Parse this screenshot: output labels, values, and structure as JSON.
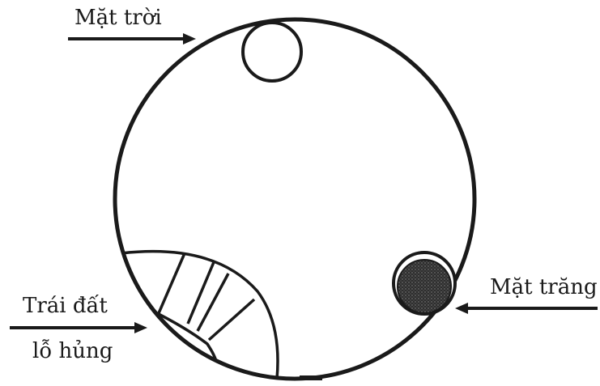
{
  "labels": {
    "sun": "Mặt trời",
    "moon": "Mặt trăng",
    "earth_line1": "Trái đất",
    "earth_line2": "lỗ hủng"
  },
  "colors": {
    "ink": "#1a1a1a",
    "moon_fill": "#3a3a3a",
    "background": "#ffffff"
  }
}
